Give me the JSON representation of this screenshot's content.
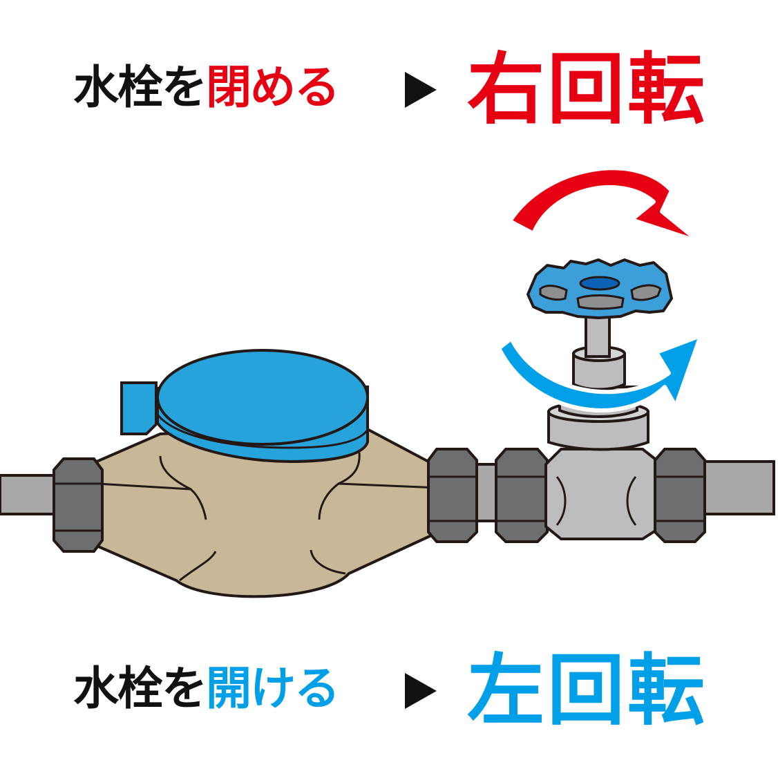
{
  "colors": {
    "red": "#e60012",
    "blue": "#009fe8",
    "black": "#111111",
    "pipe": "#a9a9aa",
    "nut": "#6d6e70",
    "meter_body": "#c8b898",
    "meter_lid": "#27a3dc",
    "valve_body": "#bdbdbf",
    "handle": "#3c9fd9"
  },
  "icons": {
    "arrow_mark": "black-right-triangle",
    "close_rotation": "clockwise-arrow-icon",
    "open_rotation": "counterclockwise-arrow-icon"
  },
  "close": {
    "prefix": "水栓を",
    "verb": "閉める",
    "result": "右回転"
  },
  "open": {
    "prefix": "水栓を",
    "verb": "開ける",
    "result": "左回転"
  }
}
